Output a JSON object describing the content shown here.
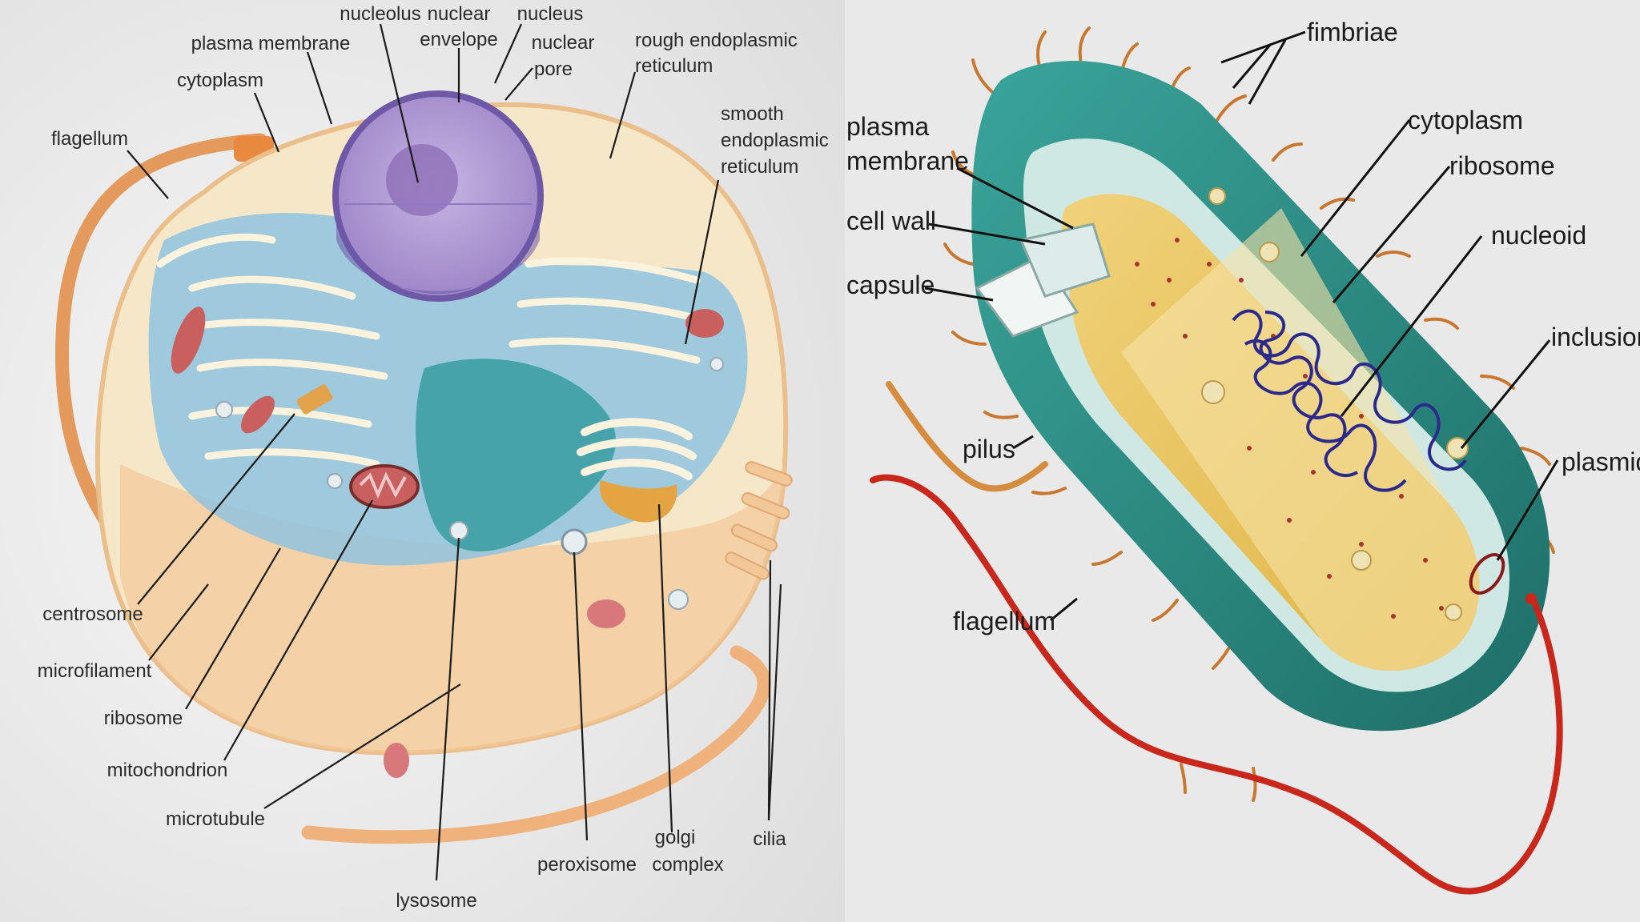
{
  "eukaryotic_cell": {
    "labels": {
      "nucleolus": "nucleolus",
      "nuclear_envelope_1": "nuclear",
      "nuclear_envelope_2": "envelope",
      "nucleus": "nucleus",
      "nuclear_pore_1": "nuclear",
      "nuclear_pore_2": "pore",
      "plasma_membrane": "plasma membrane",
      "rough_er_1": "rough endoplasmic",
      "rough_er_2": "reticulum",
      "cytoplasm": "cytoplasm",
      "smooth_er_1": "smooth",
      "smooth_er_2": "endoplasmic",
      "smooth_er_3": "reticulum",
      "flagellum": "flagellum",
      "centrosome": "centrosome",
      "microfilament": "microfilament",
      "ribosome": "ribosome",
      "mitochondrion": "mitochondrion",
      "microtubule": "microtubule",
      "lysosome": "lysosome",
      "peroxisome": "peroxisome",
      "golgi_1": "golgi",
      "golgi_2": "complex",
      "cilia": "cilia"
    }
  },
  "prokaryotic_cell": {
    "labels": {
      "fimbriae": "fimbriae",
      "plasma_membrane_1": "plasma",
      "plasma_membrane_2": "membrane",
      "cytoplasm": "cytoplasm",
      "ribosome": "ribosome",
      "cell_wall": "cell wall",
      "nucleoid": "nucleoid",
      "capsule": "capsule",
      "inclusion": "inclusion",
      "plasmid": "plasmid",
      "pilus": "pilus",
      "flagellum": "flagellum"
    }
  },
  "colors": {
    "left_background": "#ececec",
    "right_background": "#e9e9e9",
    "cytoplasm_cream": "#f6e7c8",
    "er_blue": "#8fc3df",
    "nucleus_purple": "#a58ccd",
    "capsule_teal": "#2e8f86",
    "bacterium_yellow": "#e9c45a",
    "dna_navy": "#2b2a8c",
    "flagellum_red": "#c9271c",
    "flagellum_orange": "#e39a5c"
  }
}
